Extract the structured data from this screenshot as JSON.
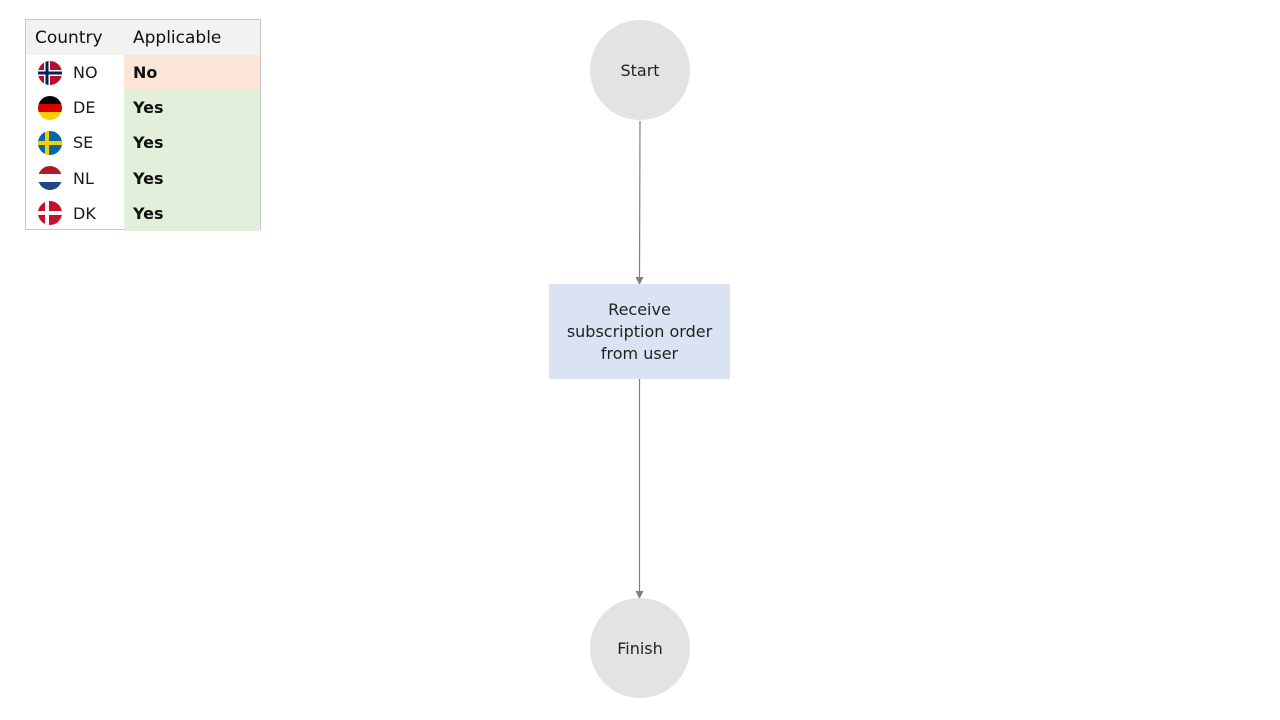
{
  "country_table": {
    "headers": {
      "country": "Country",
      "applicable": "Applicable"
    },
    "rows": [
      {
        "code": "NO",
        "flag": "norway-flag-icon",
        "applicable": "No",
        "status": "no"
      },
      {
        "code": "DE",
        "flag": "germany-flag-icon",
        "applicable": "Yes",
        "status": "yes"
      },
      {
        "code": "SE",
        "flag": "sweden-flag-icon",
        "applicable": "Yes",
        "status": "yes"
      },
      {
        "code": "NL",
        "flag": "netherlands-flag-icon",
        "applicable": "Yes",
        "status": "yes"
      },
      {
        "code": "DK",
        "flag": "denmark-flag-icon",
        "applicable": "Yes",
        "status": "yes"
      }
    ],
    "colors": {
      "no": "#fbe5d6",
      "yes": "#e2efda",
      "header": "#f2f2f2"
    }
  },
  "flowchart": {
    "start": {
      "label": "Start"
    },
    "task": {
      "label": "Receive subscription order from user"
    },
    "finish": {
      "label": "Finish"
    },
    "colors": {
      "event": "#e3e3e3",
      "task": "#dae3f3",
      "connector": "#7f7f7f"
    }
  }
}
